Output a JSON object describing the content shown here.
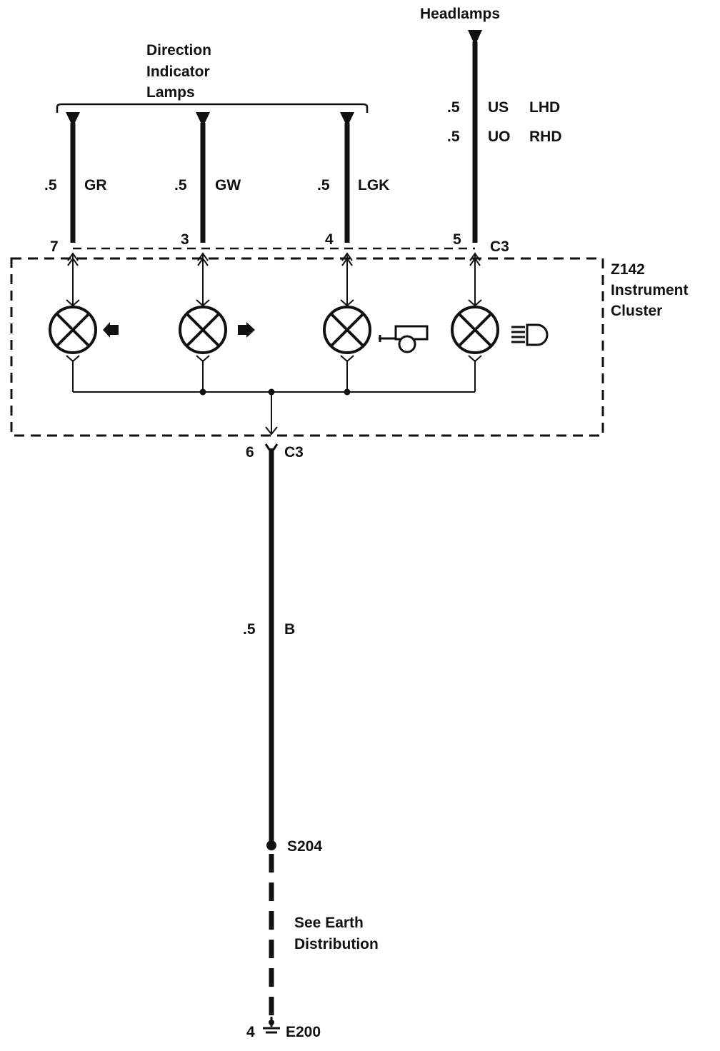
{
  "top_labels": {
    "headlamps": "Headlamps",
    "direction_line1": "Direction",
    "direction_line2": "Indicator",
    "direction_line3": "Lamps"
  },
  "wires": [
    {
      "gauge": ".5",
      "color": "GR",
      "pin": "7"
    },
    {
      "gauge": ".5",
      "color": "GW",
      "pin": "3"
    },
    {
      "gauge": ".5",
      "color": "LGK",
      "pin": "4"
    },
    {
      "pin": "5",
      "connector": "C3"
    }
  ],
  "headlamp_wire": {
    "row1": {
      "gauge": ".5",
      "color": "US",
      "variant": "LHD"
    },
    "row2": {
      "gauge": ".5",
      "color": "UO",
      "variant": "RHD"
    }
  },
  "component": {
    "id": "Z142",
    "name_line1": "Instrument",
    "name_line2": "Cluster",
    "lamp_icons": [
      "left-arrow-icon",
      "right-arrow-icon",
      "trailer-icon",
      "headlamp-icon"
    ]
  },
  "ground": {
    "pin": "6",
    "connector": "C3",
    "gauge": ".5",
    "color": "B",
    "splice": "S204",
    "note_line1": "See Earth",
    "note_line2": "Distribution",
    "earth_pin": "4",
    "earth_point": "E200"
  }
}
